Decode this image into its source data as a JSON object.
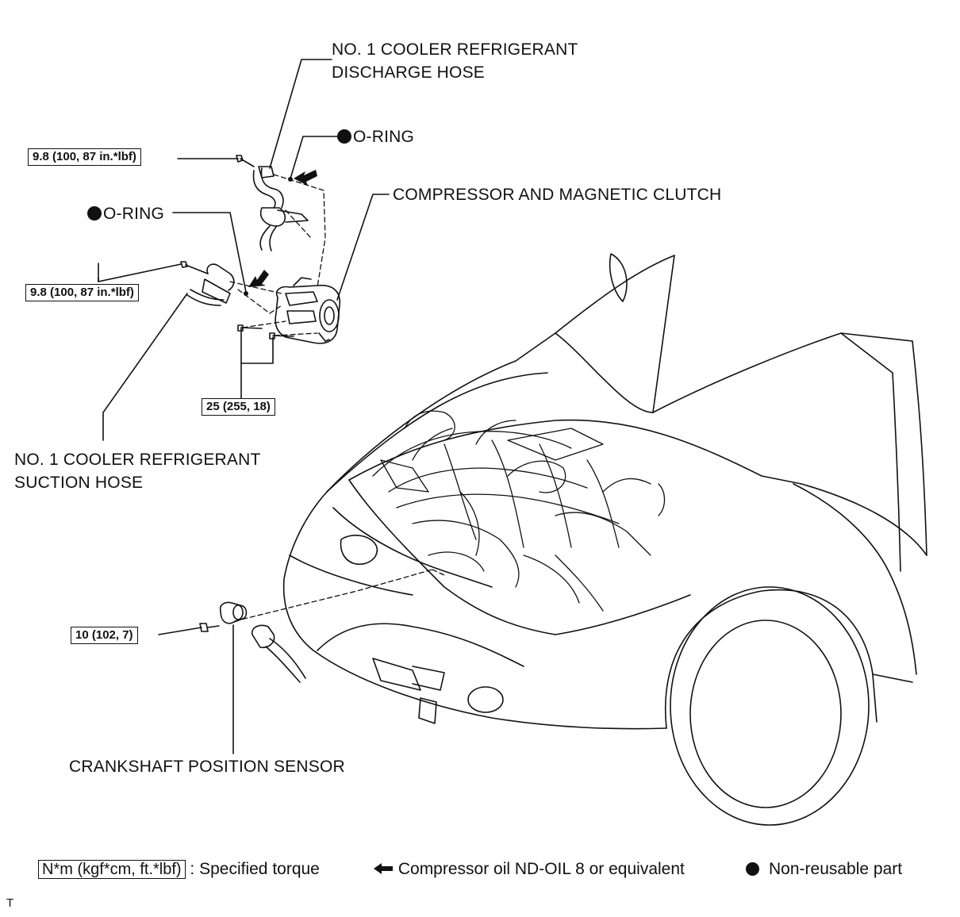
{
  "labels": {
    "discharge_hose": [
      "NO. 1 COOLER REFRIGERANT",
      "DISCHARGE HOSE"
    ],
    "o_ring": "O-RING",
    "compressor": "COMPRESSOR AND MAGNETIC CLUTCH",
    "suction_hose": [
      "NO. 1 COOLER REFRIGERANT",
      "SUCTION HOSE"
    ],
    "crankshaft_sensor": "CRANKSHAFT POSITION SENSOR"
  },
  "torque_values": {
    "discharge_bolt": "9.8 (100, 87 in.*lbf)",
    "suction_bolt": "9.8 (100, 87 in.*lbf)",
    "compressor_bolts": "25 (255, 18)",
    "sensor_bolt": "10 (102, 7)"
  },
  "legend": {
    "torque_unit": "N*m (kgf*cm, ft.*lbf)",
    "torque_desc": ": Specified torque",
    "oil_desc": "Compressor oil ND-OIL 8 or equivalent",
    "nonreusable_desc": "Non-reusable part"
  },
  "corner_mark": "T"
}
